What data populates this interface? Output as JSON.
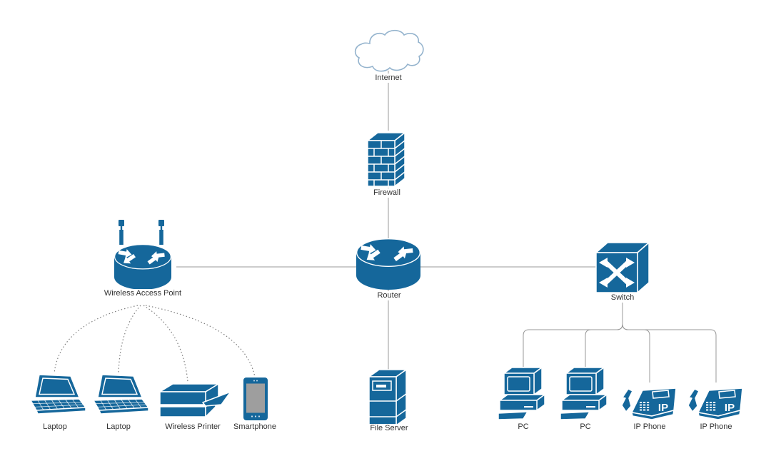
{
  "diagram": {
    "background": "#FFFFFF",
    "colors": {
      "shape_blue": "#15679B",
      "cloud_outline": "#94B3CD",
      "cloud_fill": "#FFFFFF",
      "edge_gray": "#999999",
      "screen_gray": "#9E9E9E",
      "label_color": "#303030"
    },
    "nodes": {
      "internet": {
        "label": "Internet",
        "type": "cloud"
      },
      "firewall": {
        "label": "Firewall",
        "type": "firewall"
      },
      "router": {
        "label": "Router",
        "type": "router"
      },
      "wireless_access_point": {
        "label": "Wireless Access Point",
        "type": "wireless-router"
      },
      "switch": {
        "label": "Switch",
        "type": "l2-switch"
      },
      "file_server": {
        "label": "File Server",
        "type": "server"
      },
      "laptop_1": {
        "label": "Laptop",
        "type": "laptop"
      },
      "laptop_2": {
        "label": "Laptop",
        "type": "laptop"
      },
      "wireless_printer": {
        "label": "Wireless Printer",
        "type": "printer"
      },
      "smartphone": {
        "label": "Smartphone",
        "type": "smartphone"
      },
      "pc_1": {
        "label": "PC",
        "type": "desktop-pc"
      },
      "pc_2": {
        "label": "PC",
        "type": "desktop-pc"
      },
      "ip_phone_1": {
        "label": "IP Phone",
        "type": "ip-phone"
      },
      "ip_phone_2": {
        "label": "IP Phone",
        "type": "ip-phone"
      }
    },
    "icon_text": {
      "ip_phone_badge": "IP"
    },
    "edges": [
      {
        "from": "internet",
        "to": "firewall",
        "style": "solid"
      },
      {
        "from": "firewall",
        "to": "router",
        "style": "solid"
      },
      {
        "from": "wireless_access_point",
        "to": "router",
        "style": "solid"
      },
      {
        "from": "router",
        "to": "switch",
        "style": "solid"
      },
      {
        "from": "router",
        "to": "file_server",
        "style": "solid"
      },
      {
        "from": "switch",
        "to": "pc_1",
        "style": "solid"
      },
      {
        "from": "switch",
        "to": "pc_2",
        "style": "solid"
      },
      {
        "from": "switch",
        "to": "ip_phone_1",
        "style": "solid"
      },
      {
        "from": "switch",
        "to": "ip_phone_2",
        "style": "solid"
      },
      {
        "from": "wireless_access_point",
        "to": "laptop_1",
        "style": "dotted"
      },
      {
        "from": "wireless_access_point",
        "to": "laptop_2",
        "style": "dotted"
      },
      {
        "from": "wireless_access_point",
        "to": "wireless_printer",
        "style": "dotted"
      },
      {
        "from": "wireless_access_point",
        "to": "smartphone",
        "style": "dotted"
      }
    ]
  }
}
